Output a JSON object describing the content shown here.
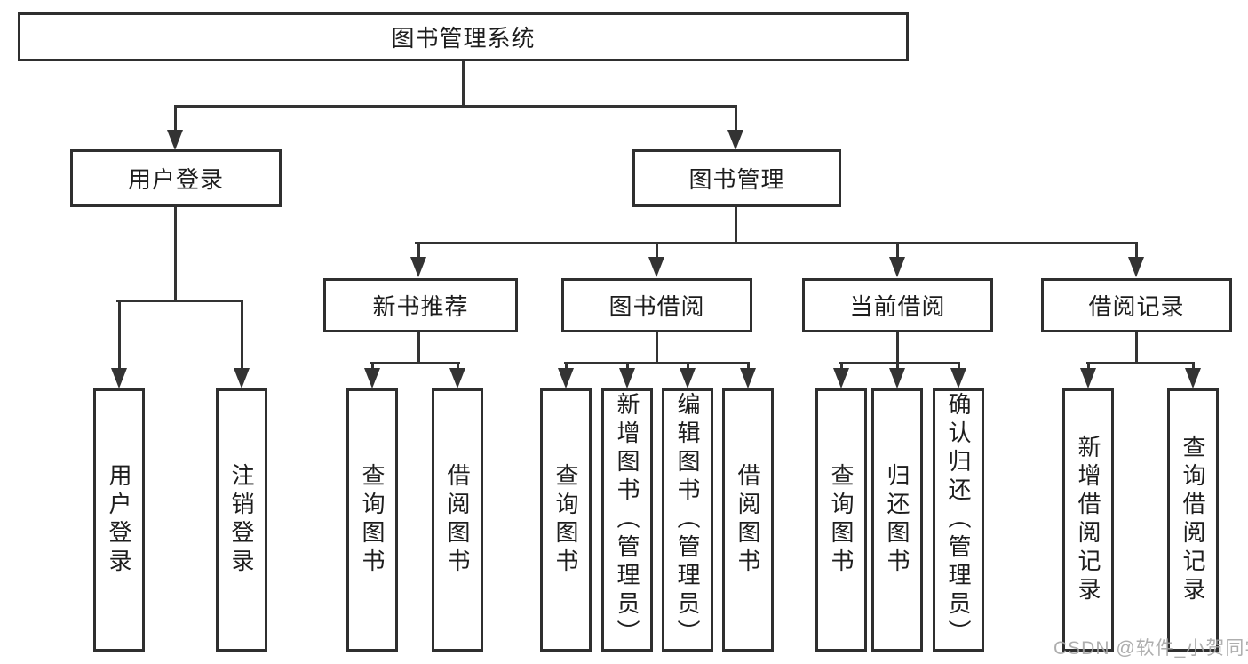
{
  "tree": {
    "root": {
      "label": "图书管理系统"
    },
    "children": [
      {
        "label": "用户登录",
        "children": [
          {
            "label": "用户登录"
          },
          {
            "label": "注销登录"
          }
        ]
      },
      {
        "label": "图书管理",
        "children": [
          {
            "label": "新书推荐",
            "children": [
              {
                "label": "查询图书"
              },
              {
                "label": "借阅图书"
              }
            ]
          },
          {
            "label": "图书借阅",
            "children": [
              {
                "label": "查询图书"
              },
              {
                "label": "新增图书（管理员）"
              },
              {
                "label": "编辑图书（管理员）"
              },
              {
                "label": "借阅图书"
              }
            ]
          },
          {
            "label": "当前借阅",
            "children": [
              {
                "label": "查询图书"
              },
              {
                "label": "归还图书"
              },
              {
                "label": "确认归还（管理员）"
              }
            ]
          },
          {
            "label": "借阅记录",
            "children": [
              {
                "label": "新增借阅记录"
              },
              {
                "label": "查询借阅记录"
              }
            ]
          }
        ]
      }
    ]
  },
  "watermark": {
    "text": "CSDN @软件_小贺同学"
  },
  "colors": {
    "line": "#333333",
    "border": "#2f2f2f",
    "text": "#1d1d1d",
    "background": "#ffffff",
    "watermark": "#a6a6a6"
  }
}
